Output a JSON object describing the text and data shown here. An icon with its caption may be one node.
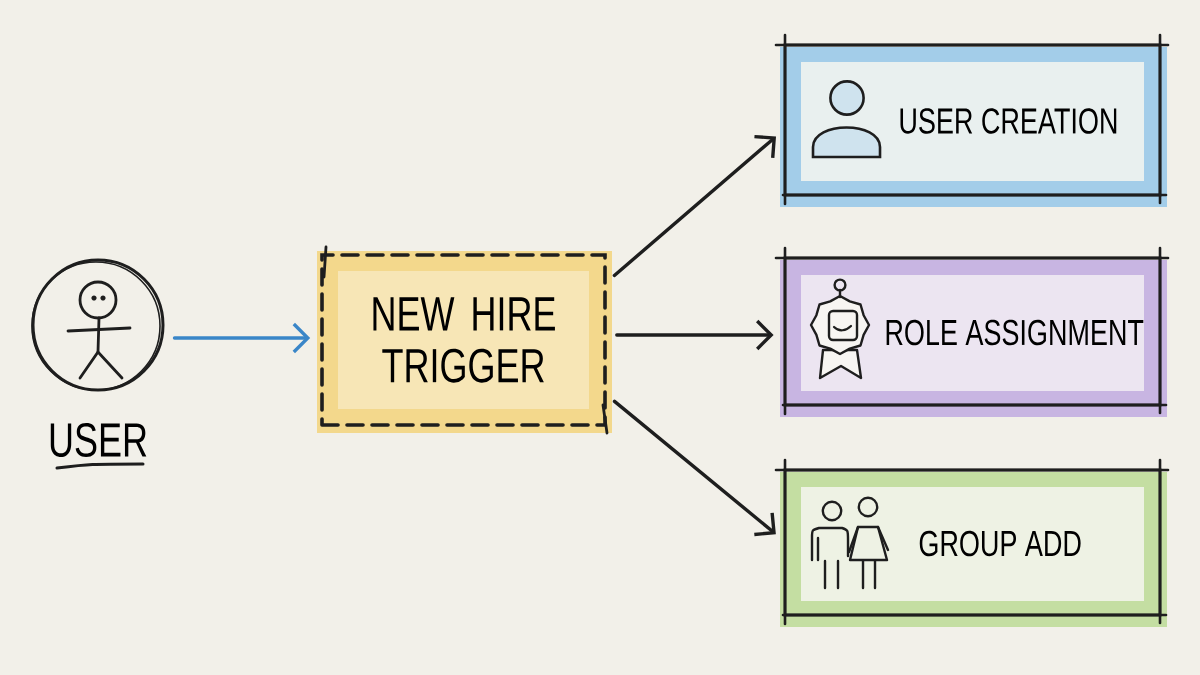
{
  "diagram": {
    "nodes": [
      {
        "text": [
          "USER"
        ]
      },
      {
        "text": [
          "NEW HIRE TRIGGER"
        ]
      },
      {
        "text": [
          "USER CREATION"
        ]
      },
      {
        "text": [
          "ROLE ASSIGNMENT"
        ]
      },
      {
        "text": [
          "GROUP ADD"
        ]
      }
    ],
    "edges": [
      {
        "from": 0,
        "to": 1,
        "arrow": "to",
        "color": "#3a86c8"
      },
      {
        "from": 1,
        "to": 2,
        "arrow": "to"
      },
      {
        "from": 1,
        "to": 3,
        "arrow": "to"
      },
      {
        "from": 1,
        "to": 4,
        "arrow": "to"
      }
    ]
  }
}
